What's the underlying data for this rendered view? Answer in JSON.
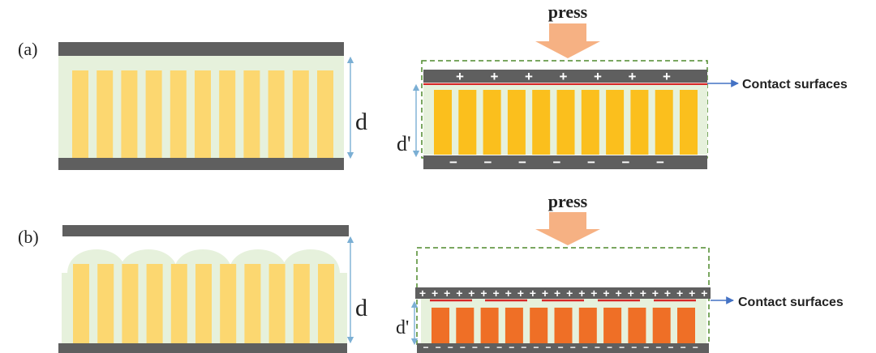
{
  "labels": {
    "panel_a": "(a)",
    "panel_b": "(b)",
    "press": "press",
    "contact_surfaces": "Contact surfaces",
    "gap": "d",
    "gap_pressed": "d'",
    "plus": "+",
    "minus": "−"
  },
  "colors": {
    "plate": "#5f5f5f",
    "matrix": "#e6f1dc",
    "pillar_light": "#fcd770",
    "pillar_deep": "#fbbf1d",
    "pillar_orange": "#ef6f26",
    "contact_line": "#d62828",
    "arrow_press": "#f6b183",
    "dashed_box": "#4f8a2c",
    "dimension": "#7bafd4",
    "pointer": "#4472c4"
  }
}
